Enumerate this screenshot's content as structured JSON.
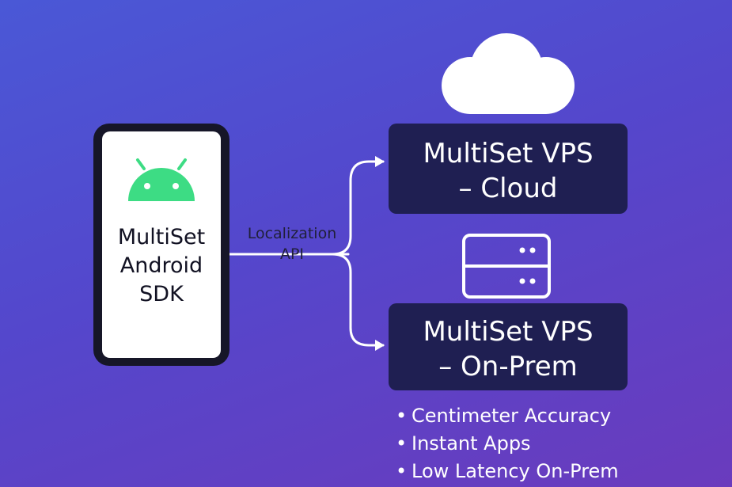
{
  "diagram": {
    "client": {
      "lines": [
        "MultiSet",
        "Android",
        "SDK"
      ],
      "icon": "android-icon"
    },
    "connection": {
      "lines": [
        "Localization",
        "API"
      ]
    },
    "targets": [
      {
        "lines": [
          "MultiSet VPS",
          "– Cloud"
        ],
        "icon": "cloud-icon"
      },
      {
        "lines": [
          "MultiSet VPS",
          "– On-Prem"
        ],
        "icon": "server-icon"
      }
    ],
    "features": [
      "Centimeter Accuracy",
      "Instant Apps",
      "Low Latency On-Prem"
    ]
  },
  "colors": {
    "background_start": "#4a58d6",
    "background_end": "#6a3bbd",
    "box_fill": "#1f1f52",
    "android_green": "#3ddc84",
    "connector": "#ffffff",
    "phone_body": "#161628"
  }
}
